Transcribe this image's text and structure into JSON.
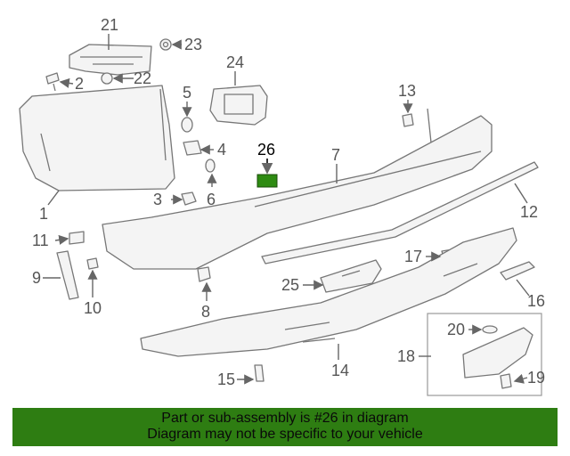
{
  "diagram": {
    "callouts": [
      "21",
      "23",
      "2",
      "22",
      "24",
      "5",
      "13",
      "4",
      "26",
      "7",
      "3",
      "6",
      "1",
      "12",
      "11",
      "17",
      "9",
      "25",
      "10",
      "16",
      "8",
      "20",
      "18",
      "14",
      "19",
      "15"
    ],
    "highlight_part": "26",
    "colors": {
      "highlight_fill": "#2e8b12",
      "line": "#777777",
      "footer_bg": "#2e7d12"
    }
  },
  "footer": {
    "line1": "Part or sub-assembly is #26 in diagram",
    "line2": "Diagram may not be specific to your vehicle"
  }
}
